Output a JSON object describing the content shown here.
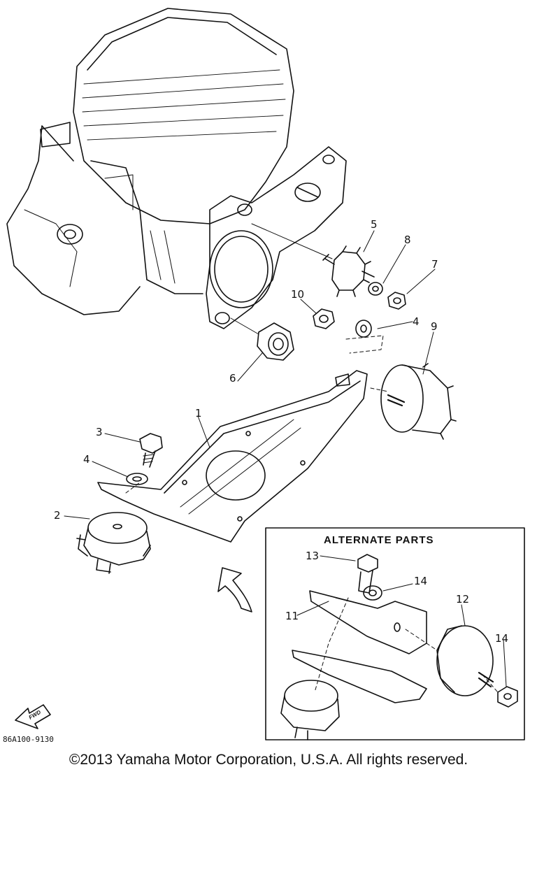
{
  "callouts": {
    "c1": "1",
    "c2": "2",
    "c3": "3",
    "c4a": "4",
    "c4b": "4",
    "c5": "5",
    "c6": "6",
    "c7": "7",
    "c8": "8",
    "c9": "9",
    "c10": "10",
    "c11": "11",
    "c12": "12",
    "c13": "13",
    "c14a": "14",
    "c14b": "14"
  },
  "alternate_parts_title": "ALTERNATE PARTS",
  "fwd_label": "FWD",
  "diagram_code": "86A100-9130",
  "copyright": "©2013 Yamaha Motor Corporation, U.S.A. All rights reserved."
}
